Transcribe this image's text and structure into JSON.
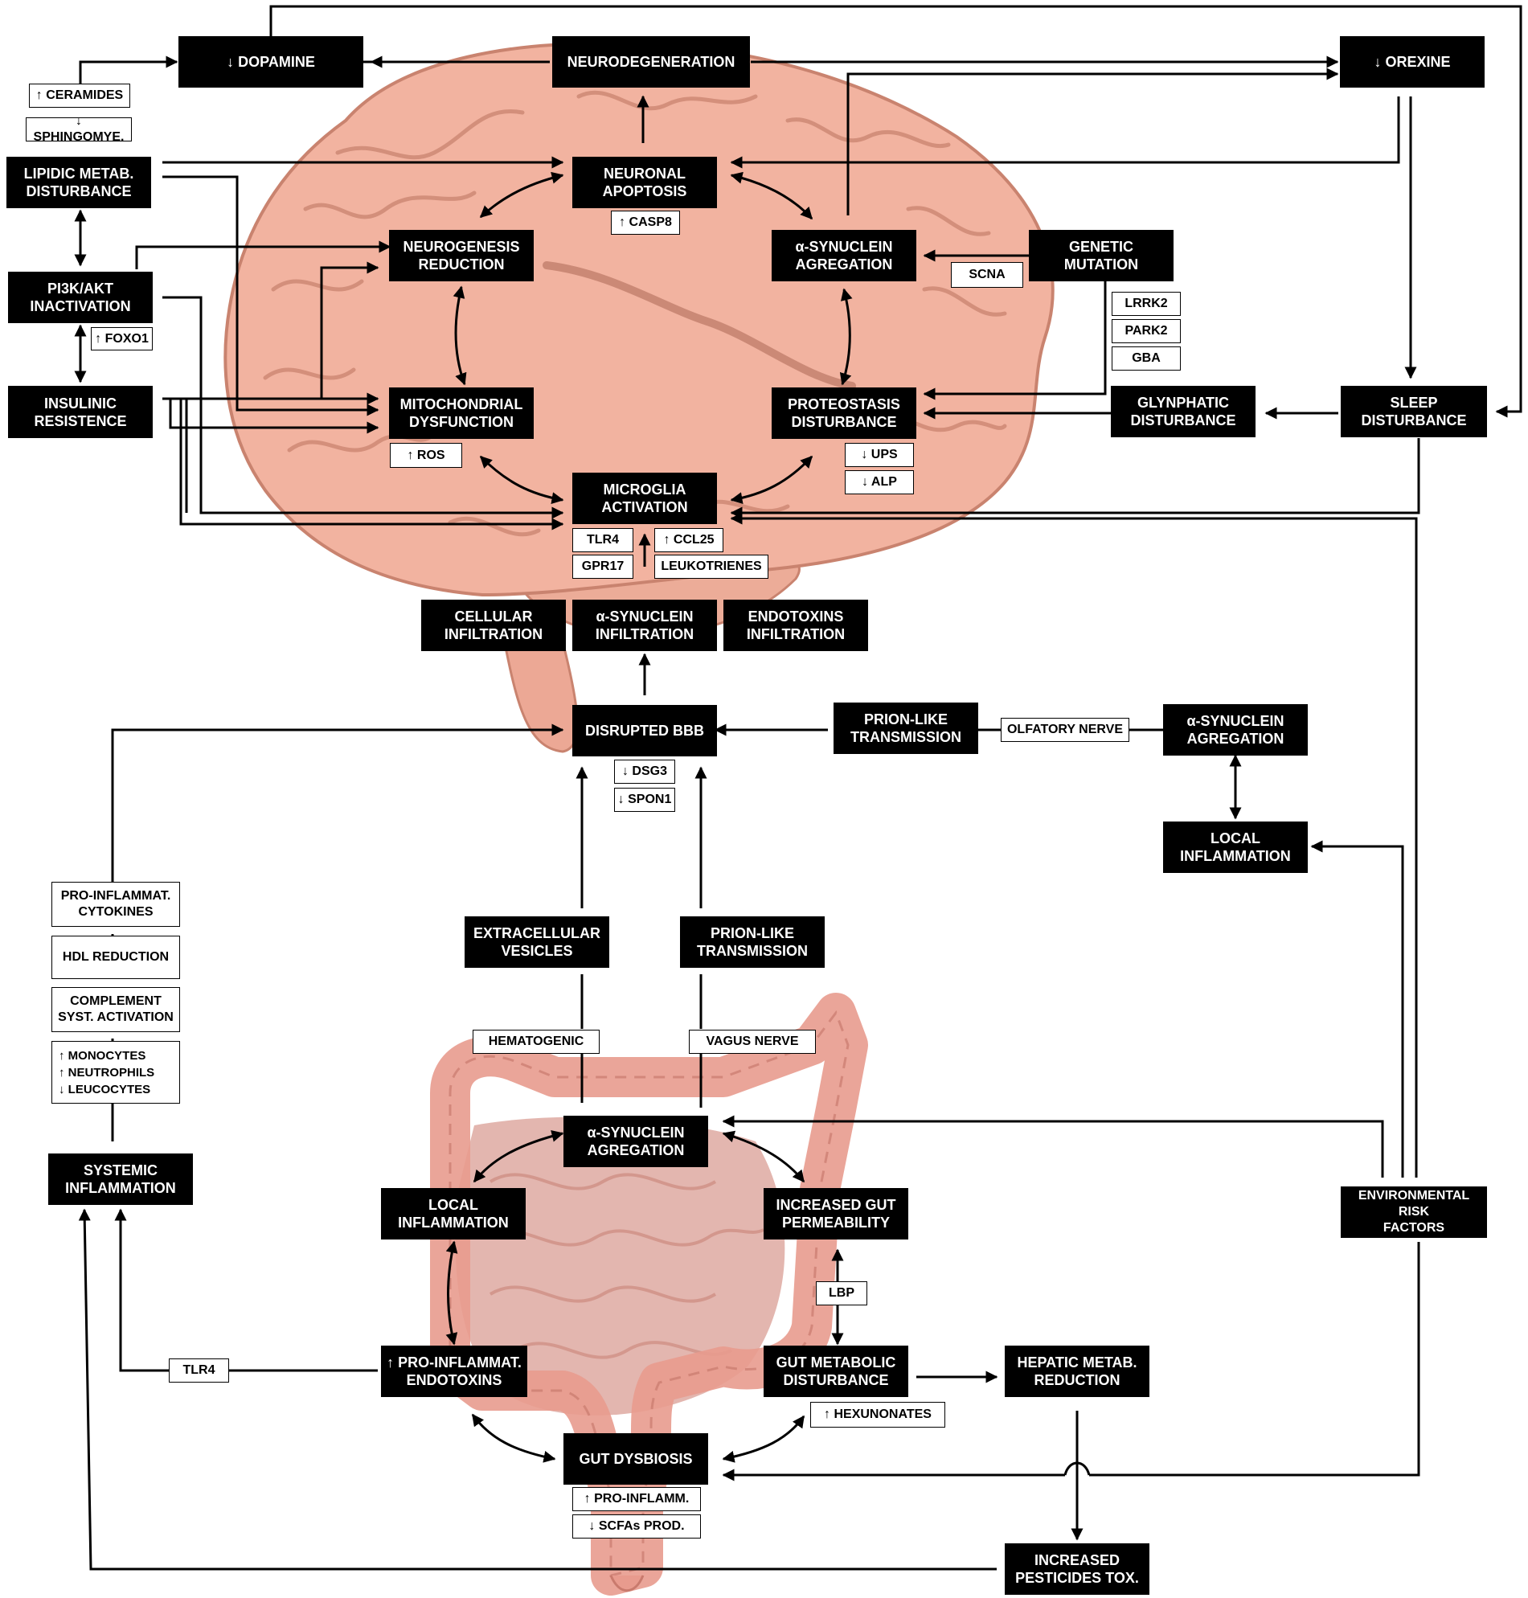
{
  "colors": {
    "node_fill": "#000000",
    "node_text": "#ffffff",
    "label_border": "#000000",
    "brain": "#f2b3a0",
    "brain_outline": "#c9836f",
    "gut": "#e89b8e"
  },
  "nodes": {
    "dopamine": "↓  DOPAMINE",
    "neurodegeneration": "NEURODEGENERATION",
    "orexine": "↓  OREXINE",
    "lipidic": "LIPIDIC METAB.\nDISTURBANCE",
    "pi3k": "PI3K/AKT\nINACTIVATION",
    "insulinic": "INSULINIC\nRESISTENCE",
    "neuronal_apoptosis": "NEURONAL\nAPOPTOSIS",
    "neurogenesis": "NEUROGENESIS\nREDUCTION",
    "asyn_brain": "α-SYNUCLEIN\nAGREGATION",
    "genetic": "GENETIC\nMUTATION",
    "mito": "MITOCHONDRIAL\nDYSFUNCTION",
    "proteostasis": "PROTEOSTASIS\nDISTURBANCE",
    "glymphatic": "GLYNPHATIC\nDISTURBANCE",
    "sleep": "SLEEP\nDISTURBANCE",
    "microglia": "MICROGLIA\nACTIVATION",
    "cellular_inf": "CELLULAR\nINFILTRATION",
    "asyn_inf": "α-SYNUCLEIN\nINFILTRATION",
    "endotoxins_inf": "ENDOTOXINS\nINFILTRATION",
    "bbb": "DISRUPTED BBB",
    "prion_top": "PRION-LIKE\nTRANSMISSION",
    "asyn_olf": "α-SYNUCLEIN\nAGREGATION",
    "local_inf_top": "LOCAL\nINFLAMMATION",
    "ev": "EXTRACELLULAR\nVESICLES",
    "prion_bottom": "PRION-LIKE\nTRANSMISSION",
    "asyn_gut": "α-SYNUCLEIN\nAGREGATION",
    "local_inf_gut": "LOCAL\nINFLAMMATION",
    "gut_perm": "INCREASED GUT\nPERMEABILITY",
    "systemic": "SYSTEMIC\nINFLAMMATION",
    "env": "ENVIRONMENTAL RISK\nFACTORS",
    "endotoxins_gut": "↑ PRO-INFLAMMAT.\nENDOTOXINS",
    "gut_metab": "GUT METABOLIC\nDISTURBANCE",
    "hepatic": "HEPATIC METAB.\nREDUCTION",
    "dysbiosis": "GUT DYSBIOSIS",
    "pesticides": "INCREASED\nPESTICIDES TOX."
  },
  "labels": {
    "ceramides": "↑ CERAMIDES",
    "sphingomye": "↓ SPHINGOMYE.",
    "foxo1": "↑ FOXO1",
    "casp8": "↑ CASP8",
    "scna": "SCNA",
    "lrrk2": "LRRK2",
    "park2": "PARK2",
    "gba": "GBA",
    "ros": "↑  ROS",
    "ups": "↓  UPS",
    "alp": "↓  ALP",
    "tlr4_brain": "TLR4",
    "gpr17": "GPR17",
    "ccl25": "↑ CCL25",
    "leukotrienes": "LEUKOTRIENES",
    "olfatory": "OLFATORY NERVE",
    "dsg3": "↓ DSG3",
    "spon1": "↓ SPON1",
    "hematogenic": "HEMATOGENIC",
    "vagus": "VAGUS NERVE",
    "cytokines": "PRO-INFLAMMAT.\nCYTOKINES",
    "hdl": "HDL REDUCTION",
    "complement": "COMPLEMENT\nSYST. ACTIVATION",
    "cells": "↑  MONOCYTES\n↑  NEUTROPHILS\n↓  LEUCOCYTES",
    "lbp": "LBP",
    "tlr4_gut": "TLR4",
    "hexunonates": "↑  HEXUNONATES",
    "pro_inflamm": "↑  PRO-INFLAMM.",
    "scfas": "↓  SCFAs PROD."
  }
}
